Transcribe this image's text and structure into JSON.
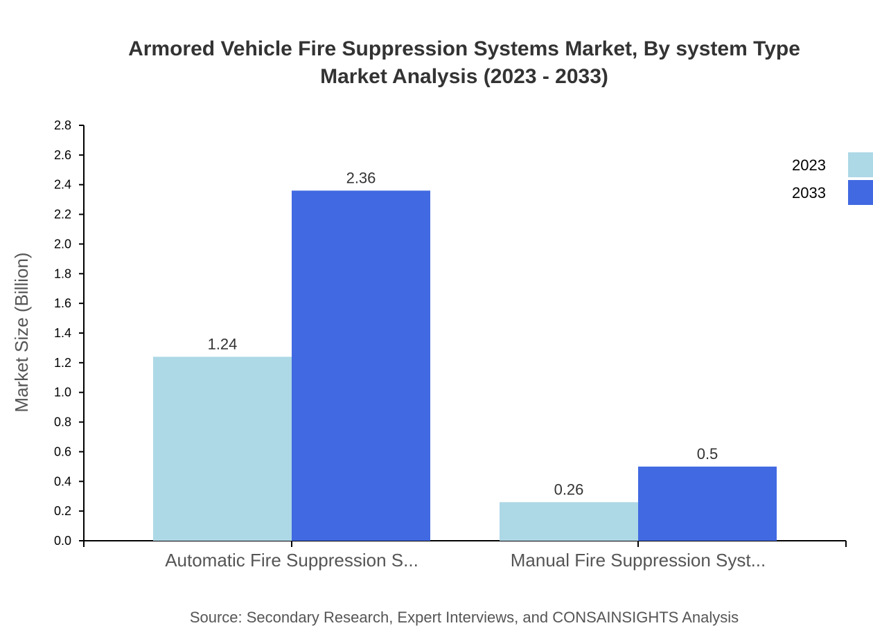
{
  "chart_data": {
    "type": "bar",
    "title_lines": [
      "Armored Vehicle Fire Suppression Systems Market, By system Type",
      "Market Analysis (2023 - 2033)"
    ],
    "ylabel": "Market Size (Billion)",
    "xlabel": "",
    "ylim": [
      0,
      2.8
    ],
    "yticks": [
      "0.0",
      "0.2",
      "0.4",
      "0.6",
      "0.8",
      "1.0",
      "1.2",
      "1.4",
      "1.6",
      "1.8",
      "2.0",
      "2.2",
      "2.4",
      "2.6",
      "2.8"
    ],
    "categories": [
      "Automatic Fire Suppression S...",
      "Manual Fire Suppression Syst..."
    ],
    "series": [
      {
        "name": "2023",
        "color": "#add8e6",
        "values": [
          1.24,
          0.26
        ],
        "labels": [
          "1.24",
          "0.26"
        ]
      },
      {
        "name": "2033",
        "color": "#4169e1",
        "values": [
          2.36,
          0.5
        ],
        "labels": [
          "2.36",
          "0.5"
        ]
      }
    ],
    "grid": false,
    "legend_position": "top-right",
    "source": "Source: Secondary Research, Expert Interviews, and CONSAINSIGHTS Analysis"
  }
}
